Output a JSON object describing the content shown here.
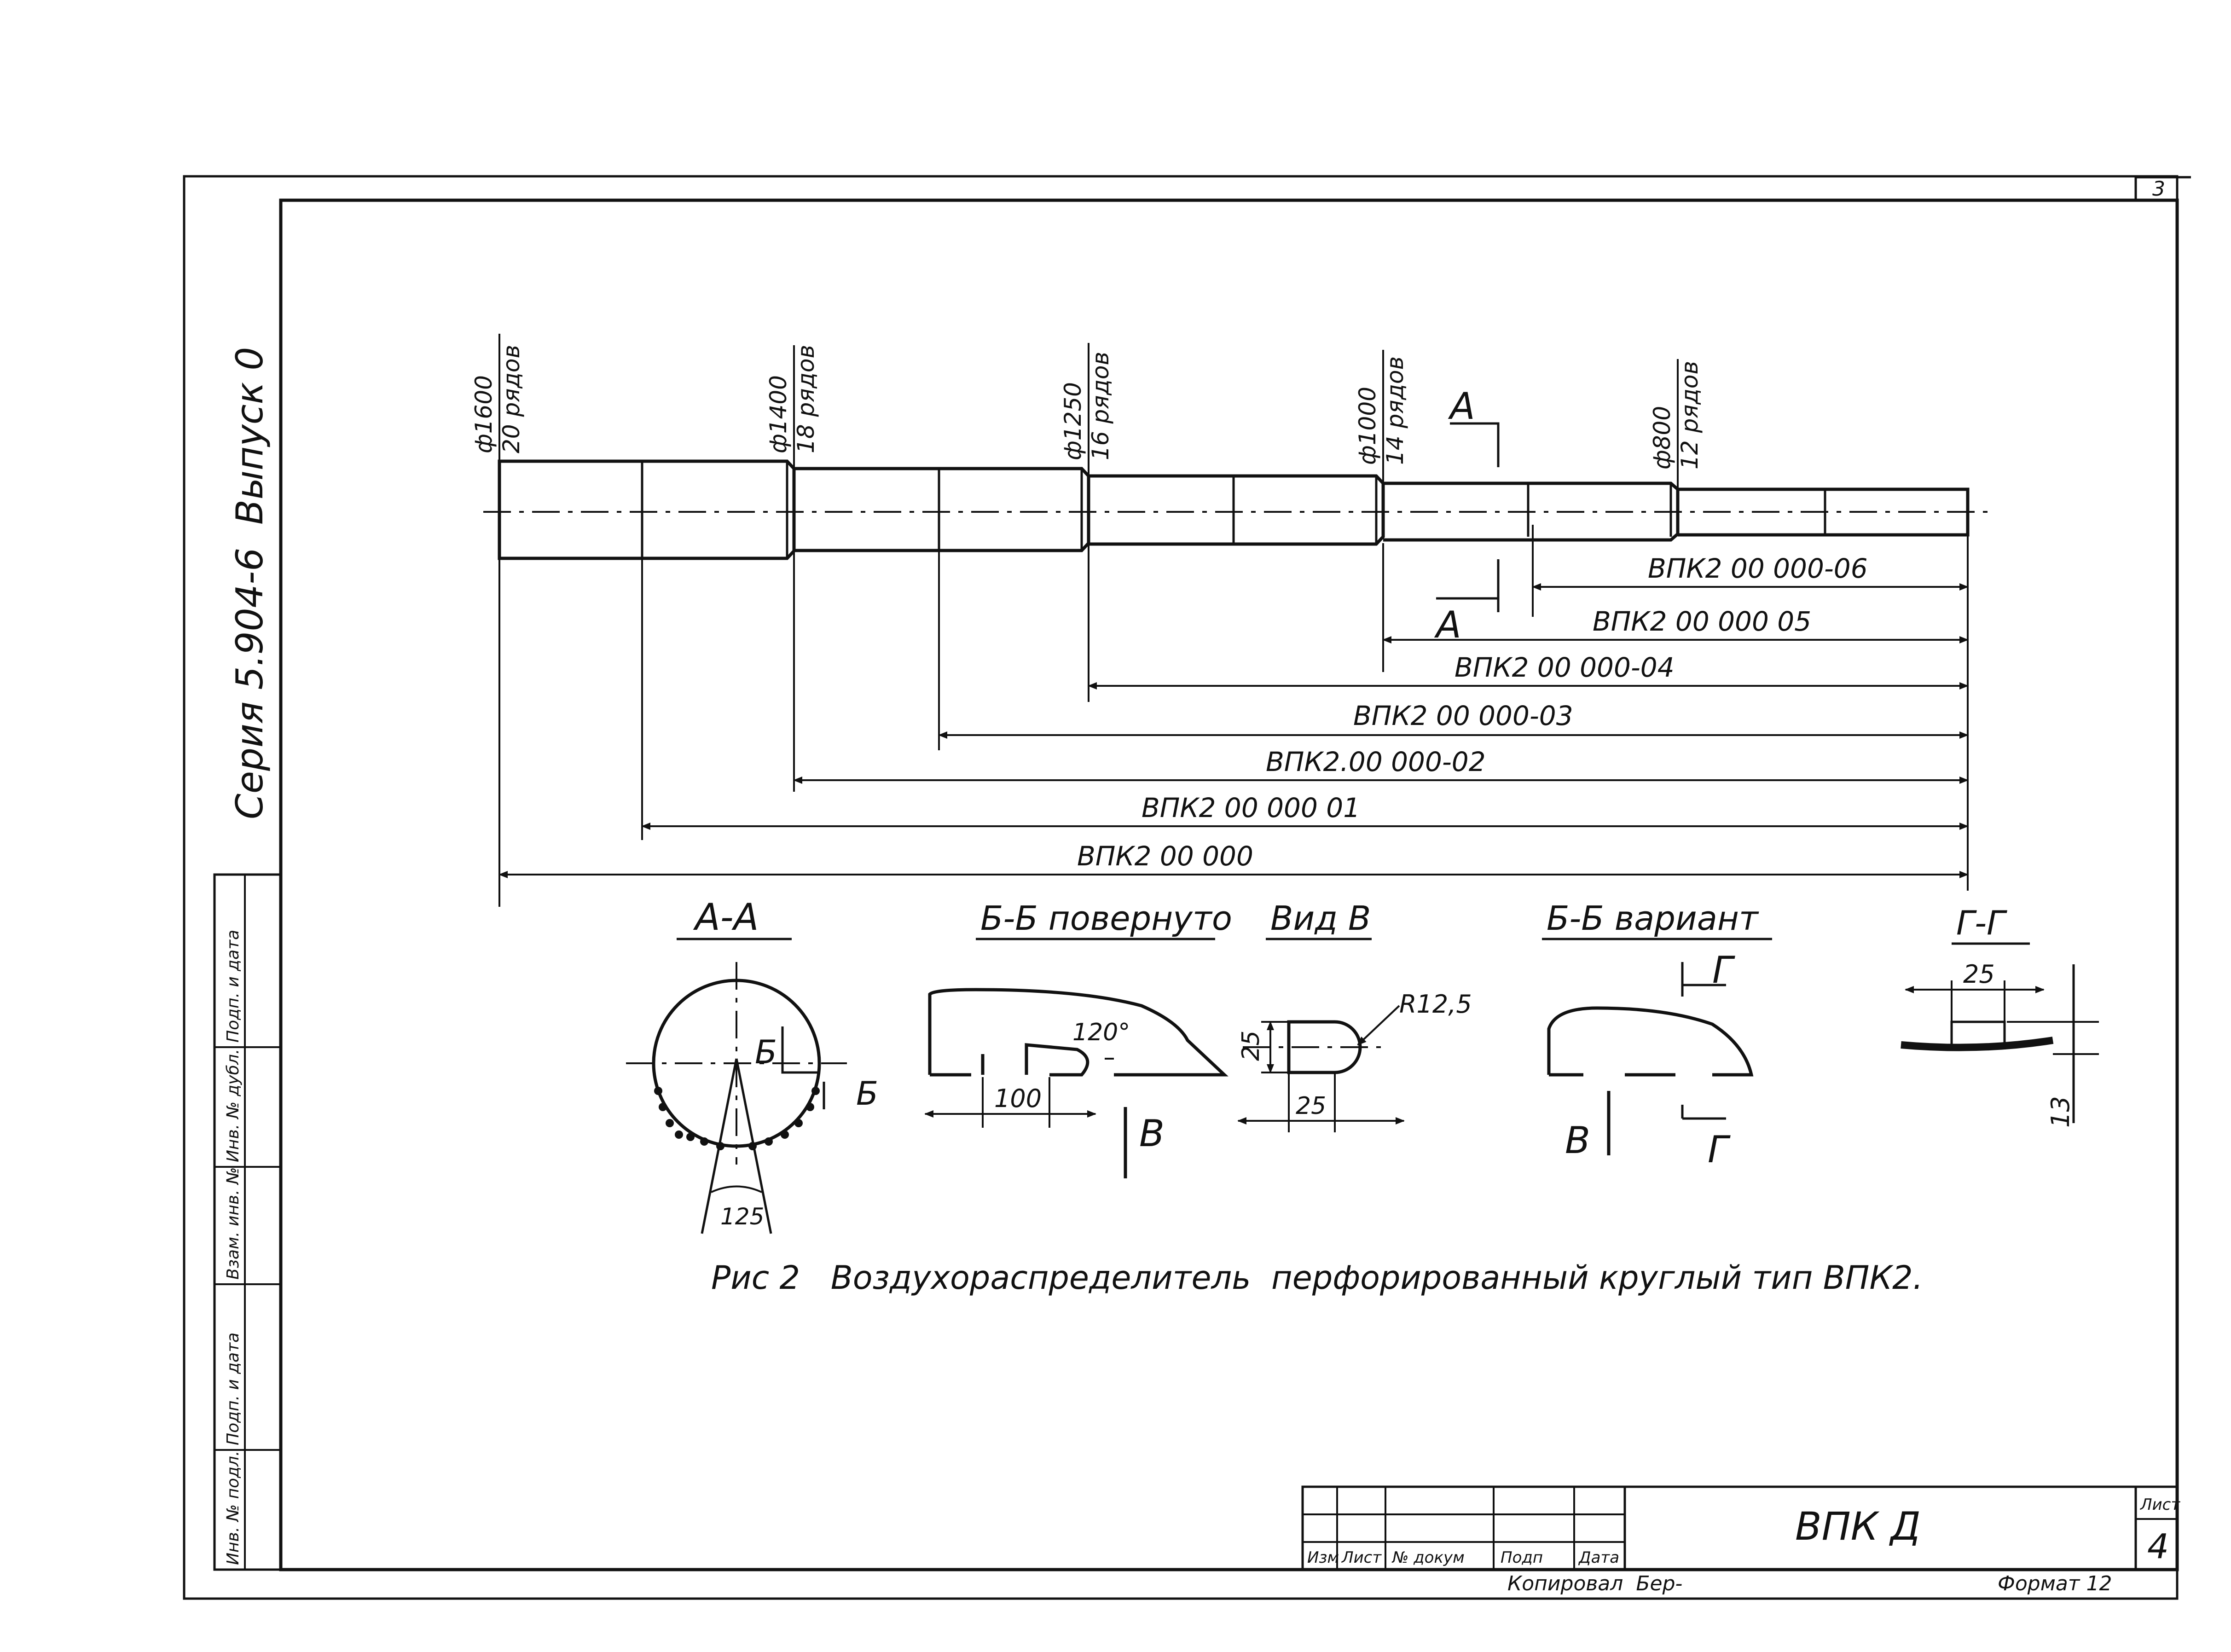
{
  "frame": {
    "page_number_top": "3",
    "series": "Серия 5.904-6",
    "issue": "Выпуск 0",
    "side_stamp": [
      "Инв. № подл.",
      "Подп. и дата",
      "Взам. инв. №",
      "Инв. № дубл.",
      "Подп. и дата"
    ]
  },
  "duct": {
    "stations": [
      {
        "diameter": "ф1600",
        "rows": "20 рядов"
      },
      {
        "diameter": "ф1400",
        "rows": "18 рядов"
      },
      {
        "diameter": "ф1250",
        "rows": "16 рядов"
      },
      {
        "diameter": "ф1000",
        "rows": "14 рядов"
      },
      {
        "diameter": "ф800",
        "rows": "12 рядов"
      }
    ],
    "section_mark": "А",
    "lengths": [
      "ВПК2 00 000-06",
      "ВПК2 00 000 05",
      "ВПК2 00 000-04",
      "ВПК2 00 000-03",
      "ВПК2.00 000-02",
      "ВПК2 00 000 01",
      "ВПК2 00 000"
    ]
  },
  "views": {
    "aa": {
      "title": "А-А",
      "mark": "Б",
      "angle": "125"
    },
    "bb": {
      "title": "Б-Б повернуто",
      "angle": "120°",
      "dim": "100",
      "mark": "В"
    },
    "vv": {
      "title": "Вид В",
      "radius": "R12,5",
      "dim_h": "25",
      "dim_w": "25"
    },
    "bb_var": {
      "title": "Б-Б вариант",
      "mark_g": "Г",
      "mark_v": "В"
    },
    "gg": {
      "title": "Г-Г",
      "dim_w": "25",
      "dim_h": "13"
    }
  },
  "caption": "Рис 2   Воздухораспределитель  перфорированный круглый тип ВПК2.",
  "title_block": {
    "headers": [
      "Изм",
      "Лист",
      "№ докум",
      "Подп",
      "Дата"
    ],
    "designation": "ВПК Д",
    "sheet_label": "Лист",
    "sheet_number": "4",
    "copied": "Копировал  Бер-",
    "format": "Формат 12"
  }
}
